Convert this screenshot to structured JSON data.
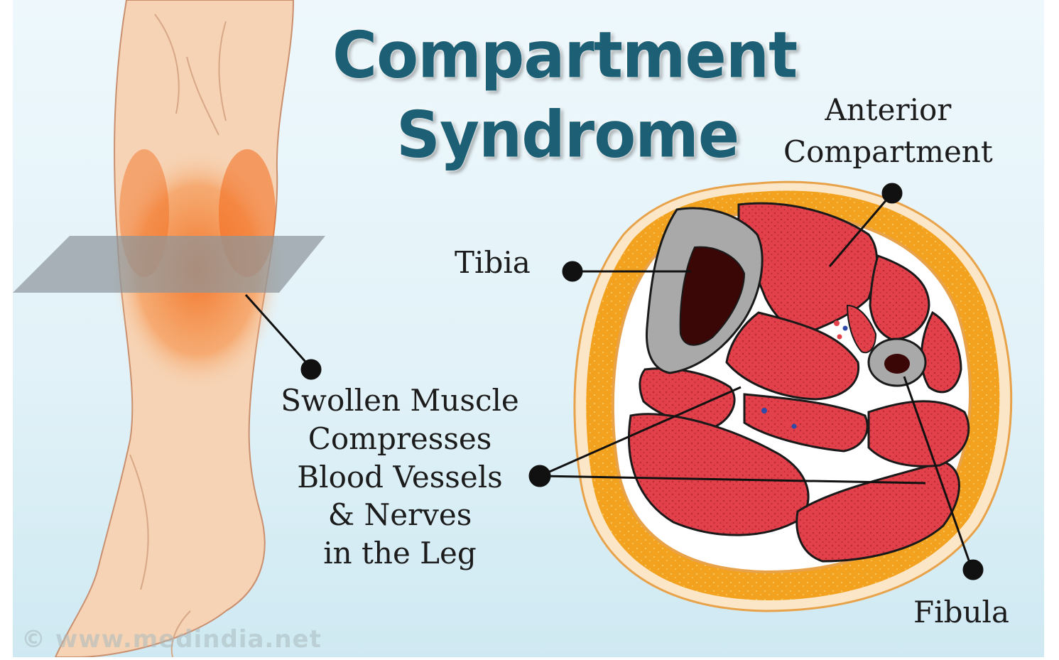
{
  "title": {
    "line1": "Compartment",
    "line2": "Syndrome"
  },
  "labels": {
    "anterior_line1": "Anterior",
    "anterior_line2": "Compartment",
    "tibia": "Tibia",
    "fibula": "Fibula",
    "swollen_line1": "Swollen Muscle",
    "swollen_line2": "Compresses",
    "swollen_line3": "Blood Vessels",
    "swollen_line4": "& Nerves",
    "swollen_line5": "in the Leg"
  },
  "watermark": "© www.medindia.net",
  "colors": {
    "title": "#1d5f74",
    "muscle": "#e2404a",
    "fat": "#f0a020",
    "bone": "#a9a9a9",
    "marrow": "#3a0606",
    "skin": "#f6d3b4",
    "inflammation": "#f26a1b"
  }
}
